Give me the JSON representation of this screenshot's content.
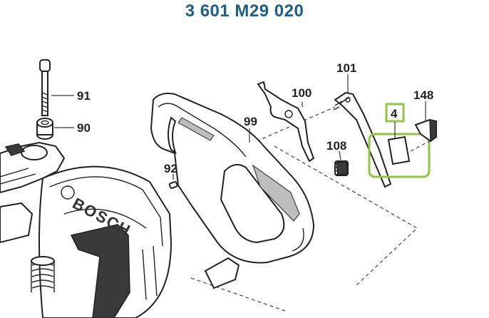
{
  "header": {
    "part_number": "3 601 M29 020",
    "color": "#1b5e8c"
  },
  "callouts": {
    "p91": "91",
    "p90": "90",
    "p92": "92",
    "p99": "99",
    "p100": "100",
    "p101": "101",
    "p108": "108",
    "p148": "148",
    "p4": "4"
  },
  "brand": {
    "text": "BOSCH"
  },
  "highlight": {
    "color": "#8dc63f"
  }
}
